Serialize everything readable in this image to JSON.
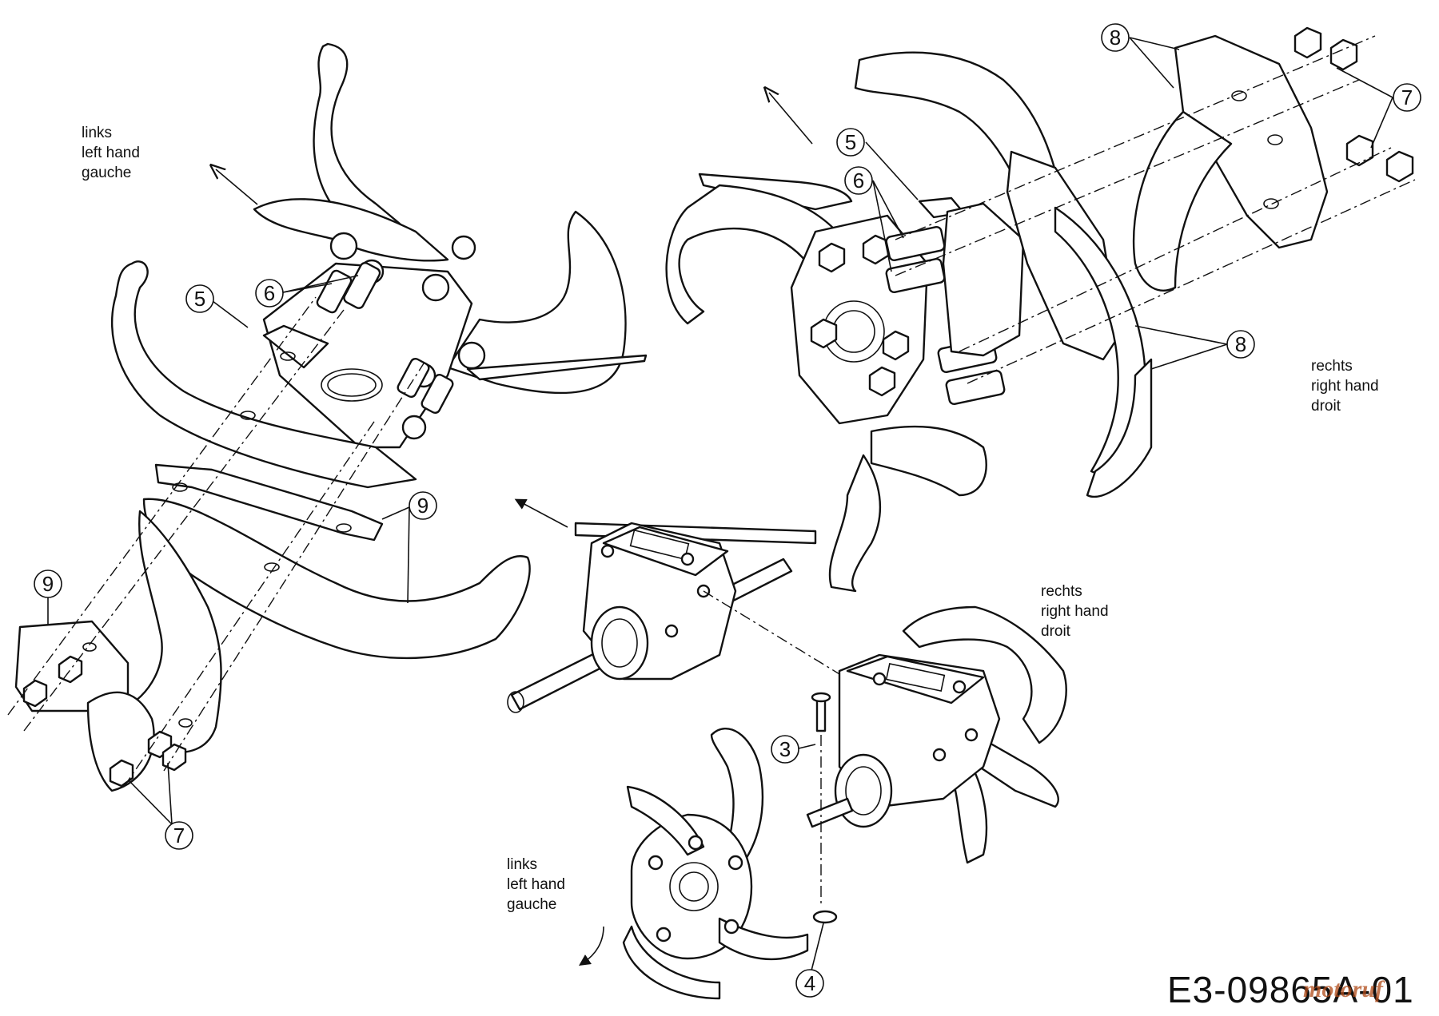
{
  "labels": {
    "left_top": [
      "links",
      "left hand",
      "gauche"
    ],
    "right_top": [
      "rechts",
      "right hand",
      "droit"
    ],
    "right_mid": [
      "rechts",
      "right hand",
      "droit"
    ],
    "left_bottom": [
      "links",
      "left hand",
      "gauche"
    ]
  },
  "callouts": {
    "c5_left": "5",
    "c6_left": "6",
    "c9_mid": "9",
    "c9_left": "9",
    "c7_left": "7",
    "c5_right": "5",
    "c6_right": "6",
    "c8_top": "8",
    "c8_bottom": "8",
    "c7_right": "7",
    "c3": "3",
    "c4": "4"
  },
  "drawing_code": "E3-09865A-01",
  "watermark": "motoruf"
}
